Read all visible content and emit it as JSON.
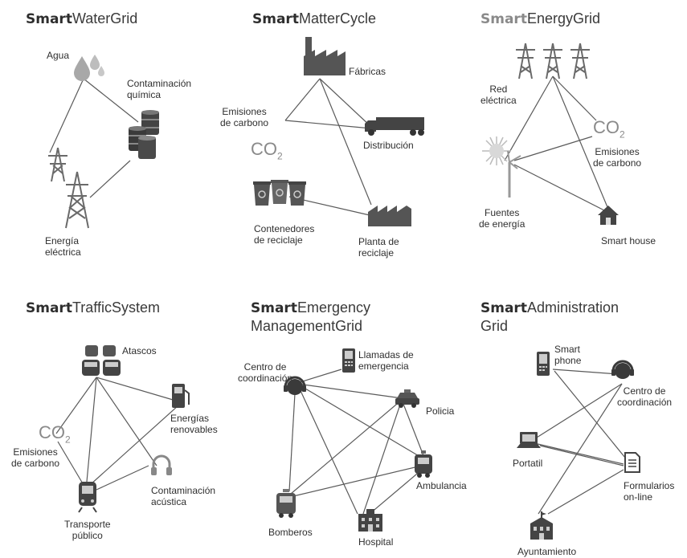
{
  "panels": [
    {
      "bold": "Smart",
      "rest": "WaterGrid",
      "nodes": {
        "agua": "Agua",
        "contaminacion": "Contaminación\nquímica",
        "energia": "Energía\neléctrica"
      }
    },
    {
      "bold": "Smart",
      "rest": "MatterCycle",
      "nodes": {
        "fabricas": "Fábricas",
        "emisiones": "Emisiones\nde carbono",
        "co2": "CO",
        "distribucion": "Distribución",
        "contenedores": "Contenedores\nde reciclaje",
        "planta": "Planta de\nreciclaje"
      }
    },
    {
      "bold": "Smart",
      "rest": "EnergyGrid",
      "nodes": {
        "red": "Red\neléctrica",
        "co2": "CO",
        "emisiones": "Emisiones\nde carbono",
        "fuentes": "Fuentes\nde energía",
        "smarthouse": "Smart house"
      }
    },
    {
      "bold": "Smart",
      "rest": "TrafficSystem",
      "nodes": {
        "atascos": "Atascos",
        "energias": "Energías\nrenovables",
        "co2": "CO",
        "emisiones": "Emisiones\nde carbono",
        "contaminacion": "Contaminación\nacústica",
        "transporte": "Transporte\npúblico"
      }
    },
    {
      "bold": "Smart",
      "rest": "Emergency",
      "rest2": "ManagementGrid",
      "nodes": {
        "centro": "Centro de\ncoordinación",
        "llamadas": "Llamadas de\nemergencia",
        "policia": "Policia",
        "ambulancia": "Ambulancia",
        "bomberos": "Bomberos",
        "hospital": "Hospital"
      }
    },
    {
      "bold": "Smart",
      "rest": "Administration",
      "rest2": "Grid",
      "nodes": {
        "smartphone": "Smart\nphone",
        "centro": "Centro de\ncoordinación",
        "portatil": "Portatil",
        "formularios": "Formularios\non-line",
        "ayuntamiento": "Ayuntamiento"
      }
    }
  ],
  "co2_sub": "2"
}
